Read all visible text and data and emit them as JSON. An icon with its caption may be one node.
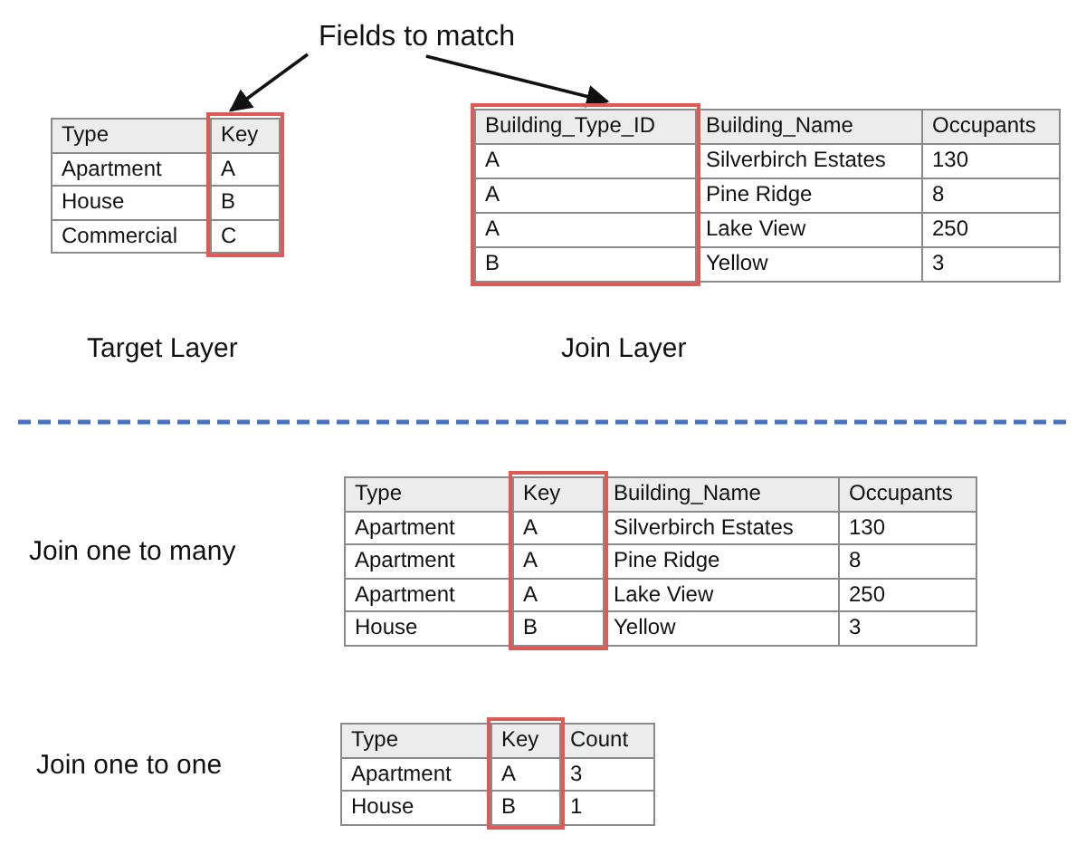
{
  "diagram": {
    "nodes": [
      {
        "text": [
          "Fields to match"
        ]
      },
      {
        "text": [],
        "shape": "box"
      },
      {
        "text": [],
        "shape": "box"
      },
      {
        "text": [],
        "shape": "box"
      },
      {
        "text": [],
        "shape": "box"
      }
    ],
    "edges": [
      {
        "from": 0,
        "to": 1,
        "arrow": "to"
      },
      {
        "from": 0,
        "to": 2,
        "arrow": "to"
      }
    ],
    "labels": [
      "Type",
      "Key",
      "Apartment",
      "A",
      "House",
      "B",
      "Commercial",
      "C",
      "Building_Type_ID",
      "Building_Name",
      "Occupants",
      "A",
      "Silverbirch Estates",
      "130",
      "A",
      "Pine Ridge",
      "8",
      "A",
      "Lake View",
      "250",
      "B",
      "Yellow",
      "3",
      "Target Layer",
      "Join Layer",
      "Join one to many",
      "Type",
      "Key",
      "Building_Name",
      "Occupants",
      "Apartment",
      "A",
      "Silverbirch Estates",
      "130",
      "Apartment",
      "A",
      "Pine Ridge",
      "8",
      "Apartment",
      "A",
      "Lake View",
      "250",
      "House",
      "B",
      "Yellow",
      "3",
      "Join one to one",
      "Type",
      "Key",
      "Count",
      "Apartment",
      "A",
      "3",
      "House",
      "B",
      "1"
    ]
  }
}
